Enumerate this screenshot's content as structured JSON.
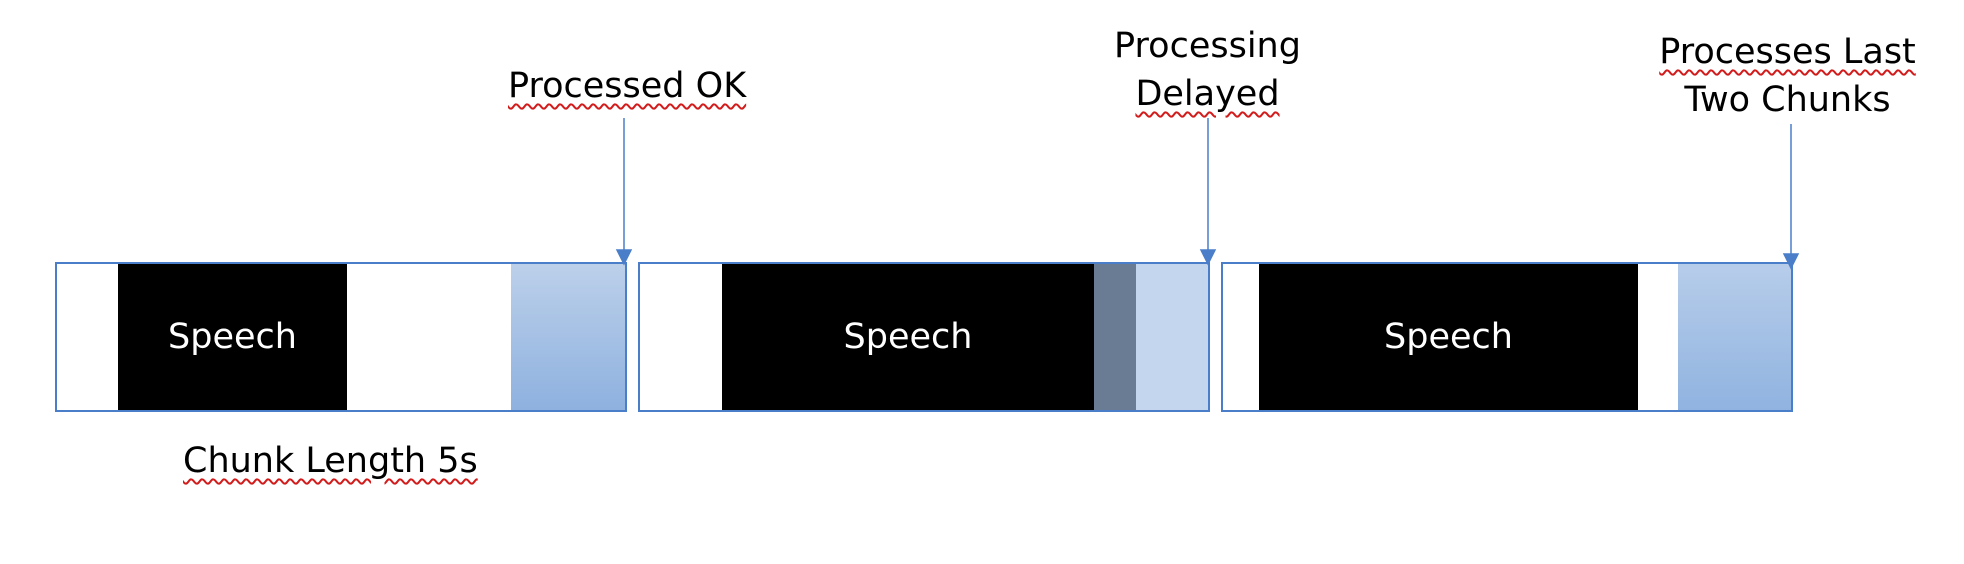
{
  "labels": {
    "processed_ok": "Processed OK",
    "processing_delayed": [
      "Processing",
      "Delayed"
    ],
    "processes_last": [
      "Processes Last",
      "Two Chunks"
    ],
    "chunk_length": "Chunk Length 5s"
  },
  "chunks": [
    {
      "speech_label": "Speech"
    },
    {
      "speech_label": "Speech"
    },
    {
      "speech_label": "Speech"
    }
  ],
  "colors": {
    "chunk_border": "#4a7ec8",
    "speech": "#000000",
    "processing": "#9cbce4",
    "delay": "#6a7c93",
    "arrow": "#4a7ec8"
  }
}
